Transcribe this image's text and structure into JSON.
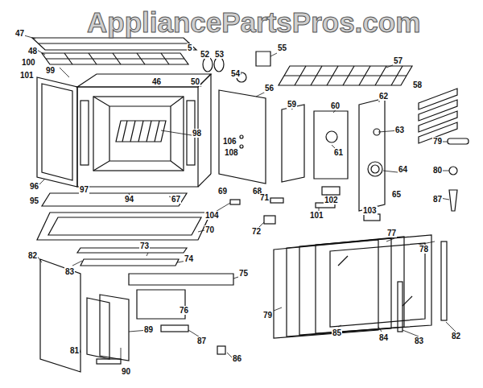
{
  "diagram": {
    "labels": [
      "AppliancePartsPros.com",
      "47",
      "5",
      "48",
      "100",
      "99",
      "101",
      "46",
      "50",
      "52",
      "53",
      "55",
      "54",
      "57",
      "58",
      "56",
      "59",
      "60",
      "62",
      "63",
      "61",
      "64",
      "65",
      "79",
      "80",
      "87",
      "98",
      "106",
      "108",
      "96",
      "97",
      "94",
      "67",
      "69",
      "68",
      "104",
      "71",
      "102",
      "101",
      "103",
      "72",
      "95",
      "70",
      "77",
      "78",
      "73",
      "74",
      "75",
      "76",
      "82",
      "83",
      "79",
      "85",
      "84",
      "83",
      "82",
      "87",
      "86",
      "89",
      "90",
      "81"
    ]
  }
}
